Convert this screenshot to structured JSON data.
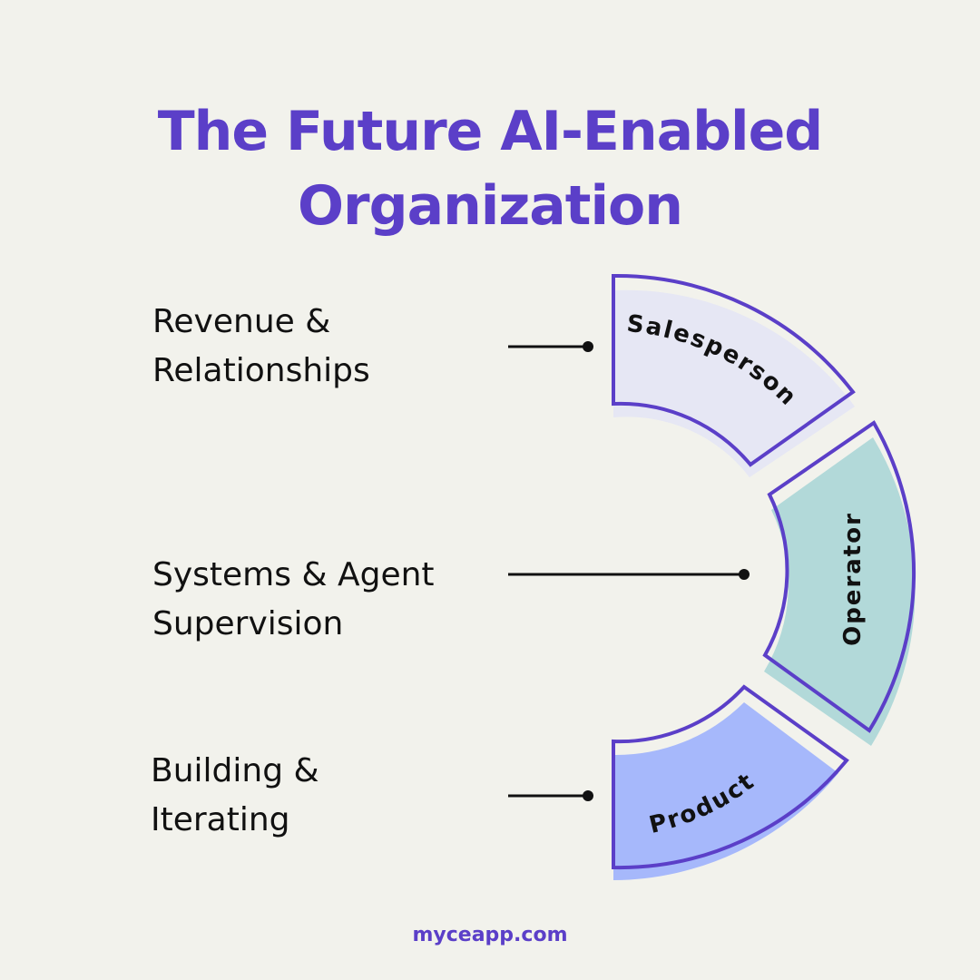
{
  "title": {
    "line1": "The Future AI-Enabled",
    "line2": "Organization"
  },
  "rows": [
    {
      "label_line1": "Revenue &",
      "label_line2": "Relationships",
      "role": "Salesperson",
      "fill": "#e6e7f4"
    },
    {
      "label_line1": "Systems & Agent",
      "label_line2": "Supervision",
      "role": "Operator",
      "fill": "#b2d9d9"
    },
    {
      "label_line1": "Building &",
      "label_line2": "Iterating",
      "role": "Product",
      "fill": "#a6b8fb"
    }
  ],
  "colors": {
    "accent": "#5b3fc8",
    "background": "#f2f2ec",
    "connector": "#111111"
  },
  "footer": "myceapp.com"
}
